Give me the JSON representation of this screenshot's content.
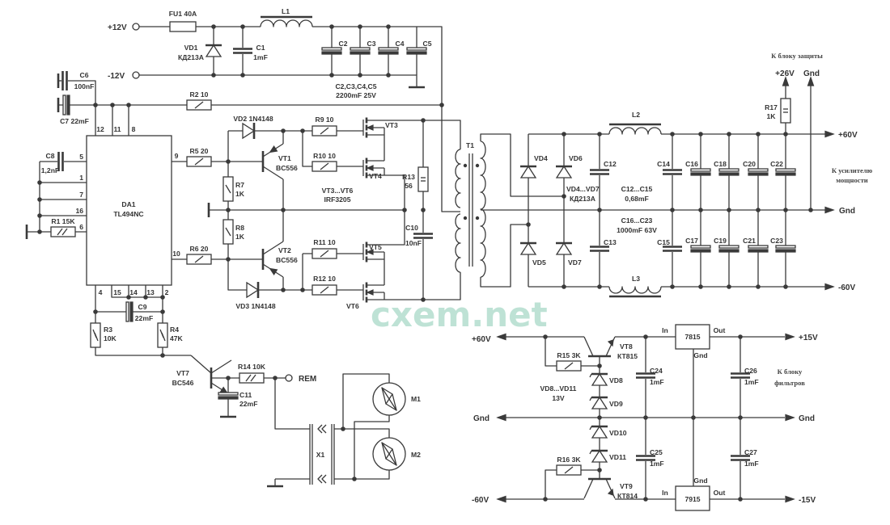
{
  "supply_input": {
    "plus12": "+12V",
    "minus12": "-12V",
    "fu1": "FU1 40A",
    "l1": "L1",
    "vd1": "VD1",
    "vd1_type": "КД213А",
    "c1": "C1",
    "c1_val": "1mF",
    "c2": "C2",
    "c3": "C3",
    "c4": "C4",
    "c5": "C5",
    "c2_c5": "C2,C3,C4,C5",
    "c2_c5_val": "2200mF 25V"
  },
  "controller": {
    "c6": "C6",
    "c6_val": "100nF",
    "c7": "C7 22mF",
    "r2": "R2 10",
    "c8": "C8",
    "c8_val": "1,2nF",
    "r1": "R1 15K",
    "chip_name": "DA1",
    "chip_type": "TL494NC",
    "pins": {
      "p12": "12",
      "p11": "11",
      "p8": "8",
      "p5": "5",
      "p1": "1",
      "p7": "7",
      "p16": "16",
      "p6": "6",
      "p9": "9",
      "p10": "10",
      "p4": "4",
      "p15": "15",
      "p14": "14",
      "p13": "13",
      "p2": "2"
    },
    "c9": "C9",
    "c9_val": "22mF",
    "r3": "R3",
    "r3_val": "10K",
    "r4": "R4",
    "r4_val": "47K"
  },
  "driver": {
    "r5": "R5 20",
    "r6": "R6 20",
    "vd2": "VD2 1N4148",
    "vd3": "VD3 1N4148",
    "vt1": "VT1",
    "vt1_type": "BC556",
    "vt2": "VT2",
    "vt2_type": "BC556",
    "r7": "R7",
    "r7_val": "1K",
    "r8": "R8",
    "r8_val": "1K",
    "r9": "R9 10",
    "r10": "R10 10",
    "r11": "R11 10",
    "r12": "R12 10",
    "vt3": "VT3",
    "vt4": "VT4",
    "vt5": "VT5",
    "vt6": "VT6",
    "vt3_vt6": "VT3...VT6",
    "vt3_vt6_type": "IRF3205",
    "r13": "R13",
    "r13_val": "56",
    "c10": "C10",
    "c10_val": "10nF",
    "t1": "T1"
  },
  "rectifier": {
    "vd4": "VD4",
    "vd5": "VD5",
    "vd6": "VD6",
    "vd7": "VD7",
    "vd4_vd7": "VD4...VD7",
    "vd4_vd7_type": "КД213А",
    "l2": "L2",
    "l3": "L3",
    "c12": "C12",
    "c13": "C13",
    "c14": "C14",
    "c15": "C15",
    "c16": "C16",
    "c17": "C17",
    "c18": "C18",
    "c19": "C19",
    "c20": "C20",
    "c21": "C21",
    "c22": "C22",
    "c23": "C23",
    "c12_c15": "C12...C15",
    "c12_c15_val": "0,68mF",
    "c16_c23": "C16...C23",
    "c16_c23_val": "1000mF 63V",
    "r17": "R17",
    "r17_val": "1K",
    "plus26": "+26V",
    "gnd_top": "Gnd",
    "out_plus60": "+60V",
    "out_gnd": "Gnd",
    "out_minus60": "-60V",
    "note_protection": "К блоку защиты",
    "note_amp_1": "К усилителю",
    "note_amp_2": "мощности"
  },
  "fan_control": {
    "vt7": "VT7",
    "vt7_type": "BC546",
    "r14": "R14 10K",
    "c11": "C11",
    "c11_val": "22mF",
    "rem": "REM",
    "x1": "X1",
    "m1": "M1",
    "m2": "M2"
  },
  "regulator": {
    "in_plus60": "+60V",
    "in_gnd": "Gnd",
    "in_minus60": "-60V",
    "vt8": "VT8",
    "vt8_type": "КТ815",
    "vt9": "VT9",
    "vt9_type": "КТ814",
    "r15": "R15 3K",
    "r16": "R16 3K",
    "vd8": "VD8",
    "vd9": "VD9",
    "vd10": "VD10",
    "vd11": "VD11",
    "vd8_vd11": "VD8...VD11",
    "vd8_vd11_val": "13V",
    "c24": "C24",
    "c24_val": "1mF",
    "c25": "C25",
    "c25_val": "1mF",
    "c26": "C26",
    "c26_val": "1mF",
    "c27": "C27",
    "c27_val": "1mF",
    "reg_pos": "7815",
    "reg_neg": "7915",
    "pin_in": "In",
    "pin_out": "Out",
    "pin_gnd": "Gnd",
    "out_plus15": "+15V",
    "out_gnd": "Gnd",
    "out_minus15": "-15V",
    "note_filters_1": "К блоку",
    "note_filters_2": "фильтров"
  },
  "watermark": "cxem.net",
  "colors": {
    "line": "#3a3a3a",
    "watermark": "#a9d9c8"
  }
}
